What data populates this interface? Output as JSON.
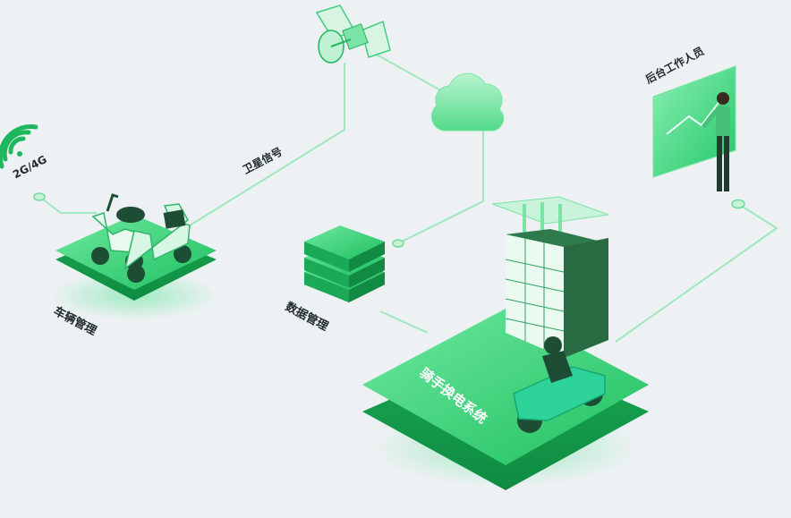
{
  "labels": {
    "network": "2G/4G",
    "satellite_signal": "卫星信号",
    "backend_staff": "后台工作人员",
    "vehicle_management": "车辆管理",
    "data_management": "数据管理",
    "rider_battery_swap": "骑手换电系统"
  },
  "colors": {
    "background": "#eef1f3",
    "primary_green": "#2ecc71",
    "dark_green": "#159a4f",
    "light_green": "#7be3a5",
    "connector_line": "#9de8bc",
    "cabinet": "#2f7a4d"
  },
  "icons": [
    "wifi-icon",
    "satellite-icon",
    "cloud-icon",
    "server-stack-icon",
    "scooter-icon",
    "tricycle-icon",
    "presentation-board-icon",
    "staff-person-icon",
    "battery-cabinet-icon",
    "rider-icon"
  ]
}
